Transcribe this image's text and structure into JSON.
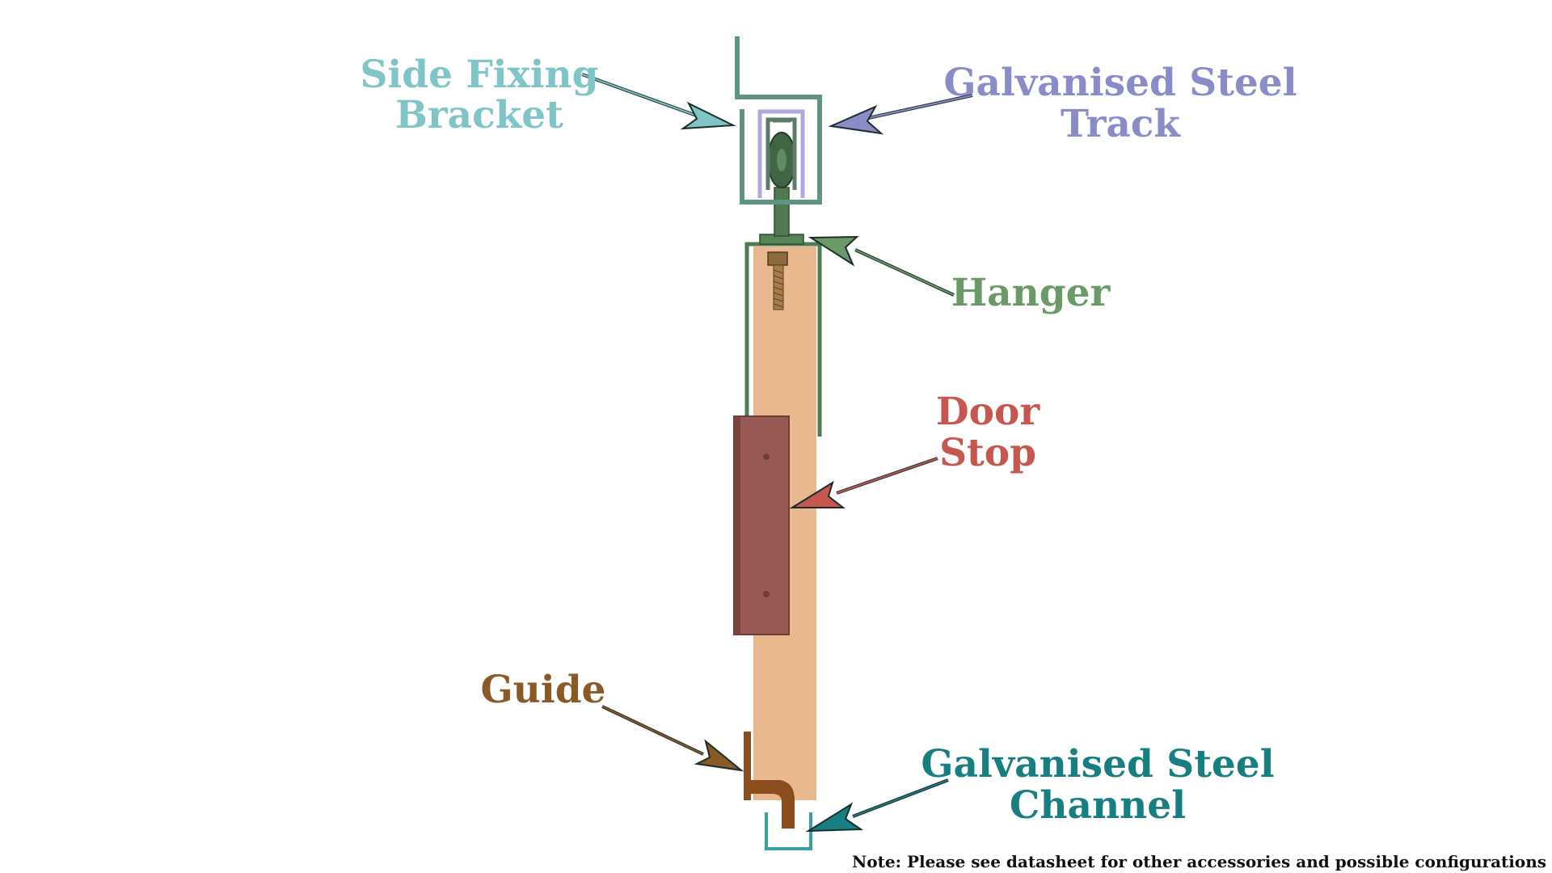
{
  "labels": {
    "side_fixing_bracket": {
      "line1": "Side Fixing",
      "line2": "Bracket",
      "color": "#7fc4c6"
    },
    "track": {
      "line1": "Galvanised Steel",
      "line2": "Track",
      "color": "#8a8cc7"
    },
    "hanger": {
      "line1": "Hanger",
      "color": "#6a9a66"
    },
    "door_stop": {
      "line1": "Door",
      "line2": "Stop",
      "color": "#c6574e"
    },
    "guide": {
      "line1": "Guide",
      "color": "#8a5a26"
    },
    "channel": {
      "line1": "Galvanised Steel",
      "line2": "Channel",
      "color": "#177e82"
    }
  },
  "note": "Note: Please see datasheet for other accessories and possible configurations",
  "colors": {
    "door": "#e8b88f",
    "door_stop": "#995a55",
    "bracket": "#5f9384",
    "track": "#b0a8e0",
    "hanger": "#4f7a52",
    "guide": "#8b4c1e",
    "channel": "#3aa0a4",
    "note": "#111111"
  }
}
